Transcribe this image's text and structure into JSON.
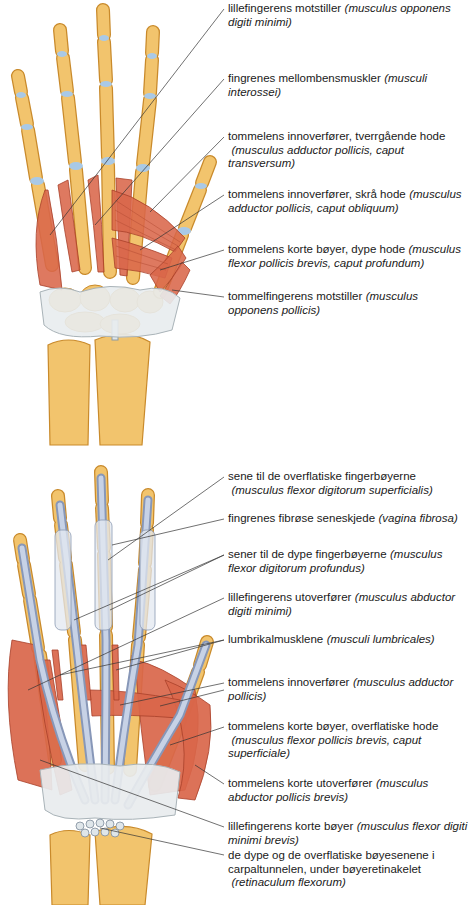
{
  "diagram": {
    "labels": [
      "lillefingerens motstiller",
      "(musculus opponens digiti minimi)",
      "fingrenes mellombensmuskler",
      "(musculi interossei)",
      "tommelens innoverfører, tverrgående hode",
      "(musculus adductor pollicis, caput transversum)",
      "tommelens innoverfører, skrå hode",
      "(musculus adductor pollicis, caput obliquum)",
      "tommelens korte bøyer, dype hode",
      "(musculus flexor pollicis brevis, caput profundum)",
      "tommelfingerens motstiller",
      "(musculus opponens pollicis)",
      "sene til de overflatiske fingerbøyerne",
      "(musculus flexor digitorum superficialis)",
      "fingrenes fibrøse seneskjede",
      "(vagina fibrosa)",
      "sener til de dype fingerbøyerne",
      "(musculus flexor digitorum profundus)",
      "lillefingerens utoverfører",
      "(musculus abductor digiti minimi)",
      "lumbrikalmusklene",
      "(musculi lumbricales)",
      "tommelens innoverfører",
      "(musculus adductor pollicis)",
      "tommelens korte bøyer, overflatiske hode",
      "(musculus flexor pollicis brevis, caput superficiale)",
      "tommelens korte utoverfører",
      "(musculus abductor pollicis brevis)",
      "lillefingerens korte bøyer",
      "(musculus flexor digiti minimi brevis)",
      "de dype og de overflatiske bøyesenene i carpaltunnelen, under bøyeretinakelet",
      "(retinaculum flexorum)"
    ]
  }
}
